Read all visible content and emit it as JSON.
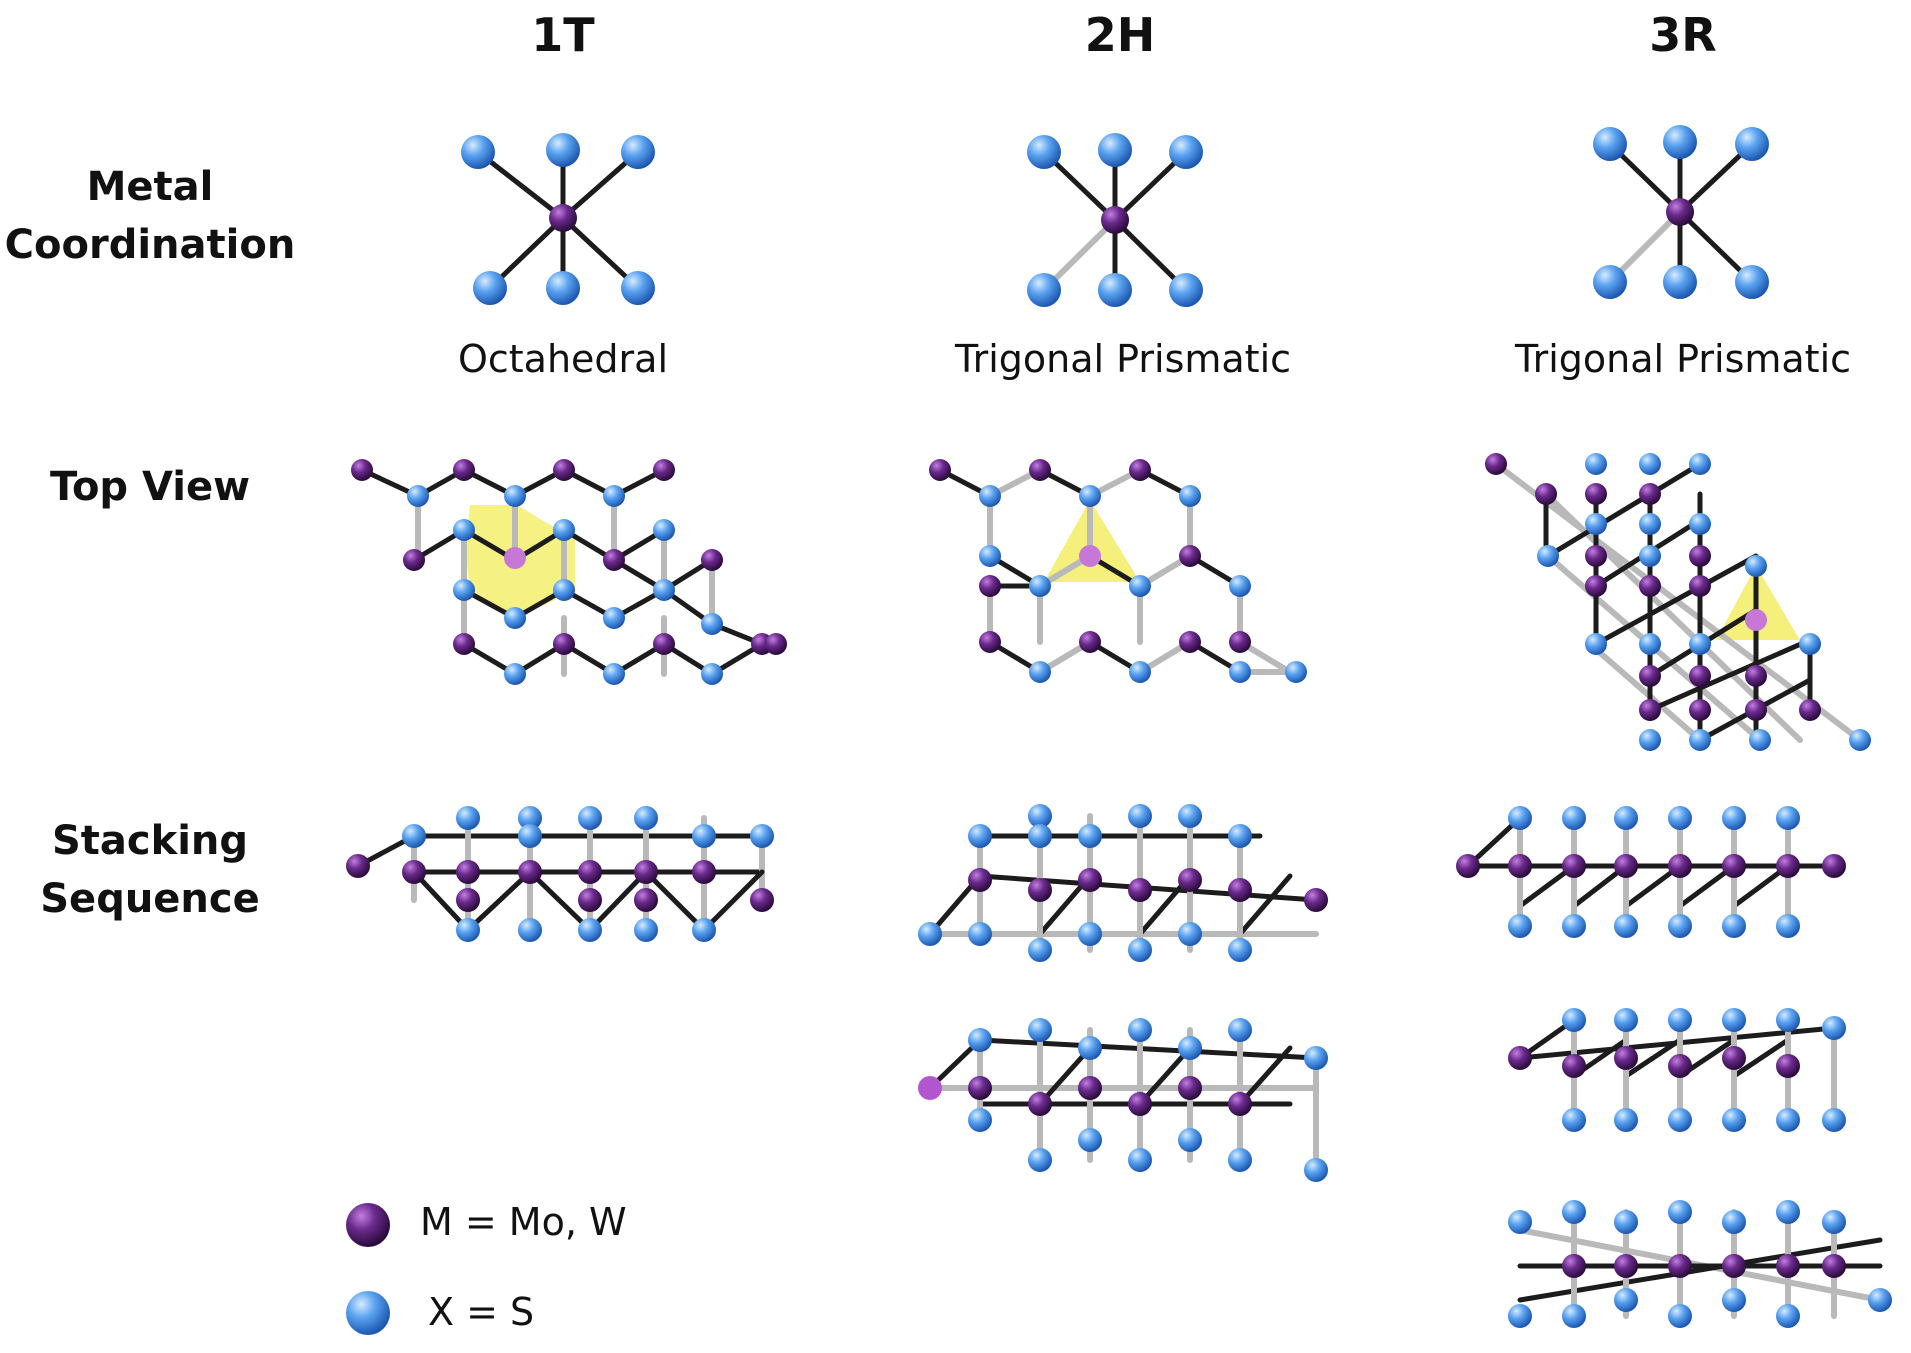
{
  "columns": [
    {
      "label": "1T",
      "geometry": "Octahedral"
    },
    {
      "label": "2H",
      "geometry": "Trigonal Prismatic"
    },
    {
      "label": "3R",
      "geometry": "Trigonal Prismatic"
    }
  ],
  "rows": {
    "coordination_line1": "Metal",
    "coordination_line2": "Coordination",
    "top_view": "Top View",
    "stacking_line1": "Stacking",
    "stacking_line2": "Sequence"
  },
  "legend": {
    "metal": "M = Mo, W",
    "chalcogen": "X  = S"
  },
  "colors": {
    "metal_atom": "#5b1f7a",
    "chalcogen_atom": "#4a8fe6",
    "highlight": "#f2ec5a",
    "bond_dark": "#1c1c1c",
    "bond_light": "#b9b9b9"
  }
}
